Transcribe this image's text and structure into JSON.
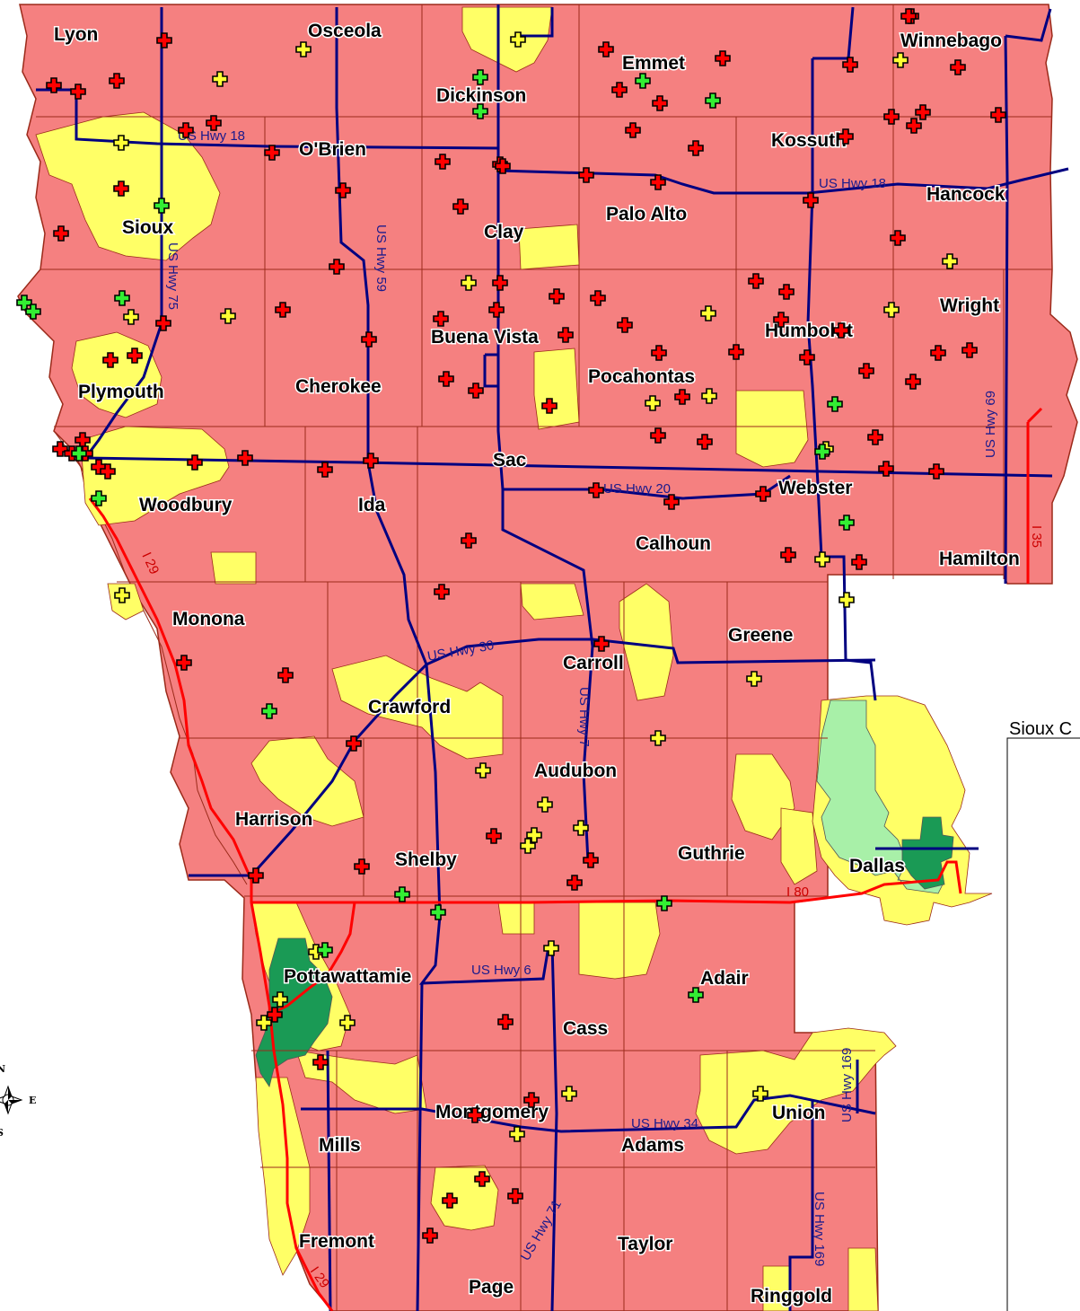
{
  "colors": {
    "county_fill": "#f58080",
    "yellow_zone": "#ffff66",
    "light_green_zone": "#a8f0a8",
    "dark_green_zone": "#1a9a55",
    "us_highway": "#000080",
    "interstate": "#ff0000",
    "boundary": "#9b2a1a",
    "marker_red": "#ff0000",
    "marker_yellow": "#ffff33",
    "marker_green": "#33ee33"
  },
  "counties": [
    "Lyon",
    "Osceola",
    "Dickinson",
    "Emmet",
    "Winnebago",
    "Kossuth",
    "O'Brien",
    "Hancock",
    "Sioux",
    "Clay",
    "Palo Alto",
    "Wright",
    "Humboldt",
    "Buena Vista",
    "Plymouth",
    "Cherokee",
    "Pocahontas",
    "Sac",
    "Webster",
    "Woodbury",
    "Ida",
    "Calhoun",
    "Hamilton",
    "Monona",
    "Greene",
    "Carroll",
    "Crawford",
    "Audubon",
    "Harrison",
    "Guthrie",
    "Shelby",
    "Dallas",
    "Pottawattamie",
    "Adair",
    "Cass",
    "Montgomery",
    "Union",
    "Mills",
    "Adams",
    "Fremont",
    "Taylor",
    "Page",
    "Ringgold"
  ],
  "road_labels": {
    "hwy18_west": "US Hwy 18",
    "hwy18_east": "US Hwy 18",
    "hwy75": "US Hwy 75",
    "hwy59": "US Hwy 59",
    "hwy69": "US Hwy 69",
    "hwy20": "US Hwy 20",
    "hwy30": "US Hwy 30",
    "hwy7": "US Hwy 7",
    "hwy6": "US Hwy 6",
    "hwy34": "US Hwy 34",
    "hwy71": "US Hwy 71",
    "hwy169_north": "US Hwy 169",
    "hwy169_south": "US Hwy 169",
    "i29_north": "I 29",
    "i29_south": "I 29",
    "i80": "I 80",
    "i35": "I 35"
  },
  "inset": {
    "title": "Sioux C"
  },
  "compass": {
    "north": "N",
    "east": "E",
    "south": "S"
  },
  "markers": {
    "red_count": 97,
    "yellow_count": 37,
    "green_count": 17
  }
}
